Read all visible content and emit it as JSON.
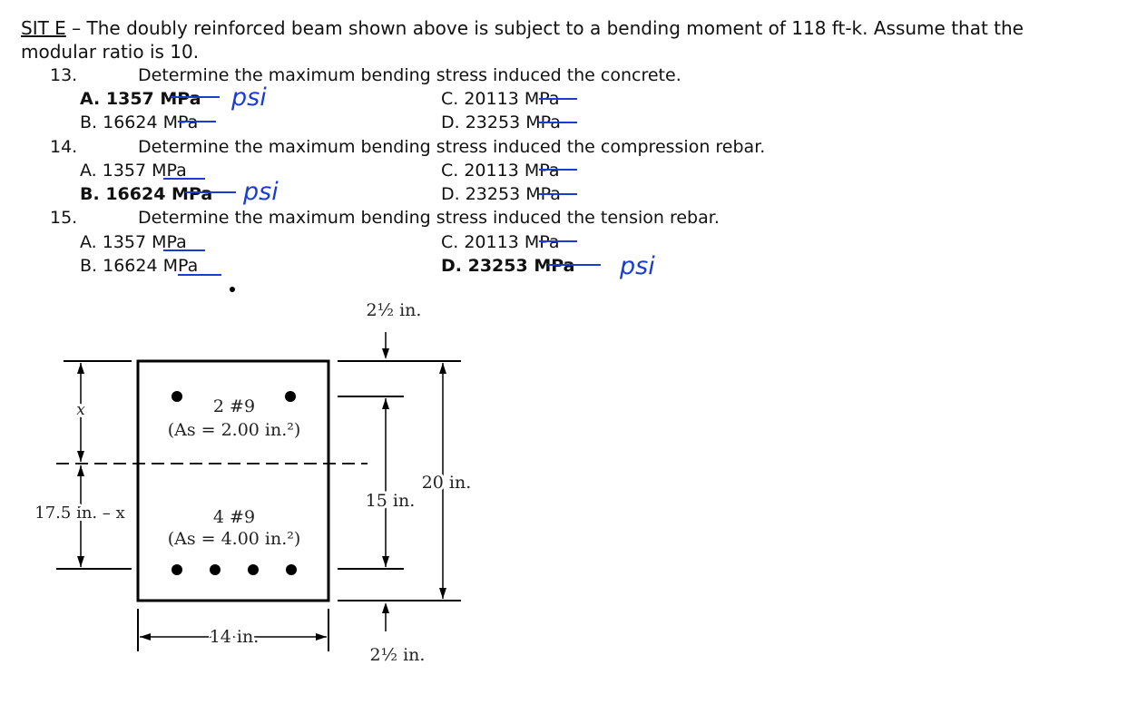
{
  "intro": {
    "label": "SIT E",
    "line1_rest": " – The doubly reinforced beam shown above is subject to a bending moment of 118 ft-k. Assume that the",
    "line2": "modular ratio is 10."
  },
  "questions": [
    {
      "number": "13.",
      "prompt": "Determine the maximum bending stress induced the concrete.",
      "choices": {
        "A": "A. 1357 MPa",
        "B": "B. 16624 MPa",
        "C": "C. 20113 MPa",
        "D": "D. 23253 MPa"
      },
      "selected": "A",
      "annotation": "psi"
    },
    {
      "number": "14.",
      "prompt": "Determine the maximum bending stress induced the compression rebar.",
      "choices": {
        "A": "A. 1357 MPa",
        "B": "B. 16624 MPa",
        "C": "C. 20113 MPa",
        "D": "D. 23253 MPa"
      },
      "selected": "B",
      "annotation": "psi"
    },
    {
      "number": "15.",
      "prompt": "Determine the maximum bending stress induced the tension rebar.",
      "choices": {
        "A": "A. 1357 MPa",
        "B": "B. 16624 MPa",
        "C": "C. 20113 MPa",
        "D": "D. 23253 MPa"
      },
      "selected": "D",
      "annotation": "psi"
    }
  ],
  "figure": {
    "top_cover": "2½ in.",
    "bottom_cover": "2½ in.",
    "top_bars": "2 #9",
    "top_area": "(As = 2.00 in.²)",
    "bottom_bars": "4 #9",
    "bottom_area": "(As = 4.00 in.²)",
    "depth_total": "20 in.",
    "depth_mid": "15 in.",
    "width": "14 in.",
    "x_label": "x",
    "lower_label": "17.5 in. – x"
  },
  "colors": {
    "ink": "#1a3ccf"
  }
}
